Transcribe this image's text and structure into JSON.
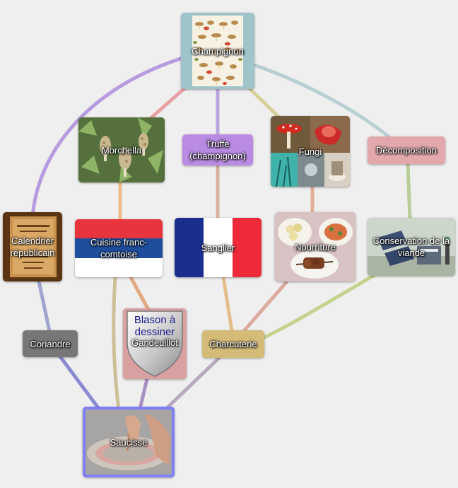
{
  "nodes": {
    "champignon": {
      "label": "Champignon"
    },
    "morchella": {
      "label": "Morchella"
    },
    "truffe": {
      "label": "Truffe (champignon)"
    },
    "fungi": {
      "label": "Fungi"
    },
    "decomposition": {
      "label": "Décomposition"
    },
    "calendrier": {
      "label": "Calendrier républicain"
    },
    "cuisine": {
      "label": "Cuisine franc-comtoise"
    },
    "sanglier": {
      "label": "Sanglier"
    },
    "nourriture": {
      "label": "Nourriture"
    },
    "conservation": {
      "label": "Conservation de la viande"
    },
    "coriandre": {
      "label": "Coriandre"
    },
    "gandeuillot": {
      "label": "Gandeuillot",
      "placeholder_text": "Blason à dessiner"
    },
    "charcuterie": {
      "label": "Charcuterie"
    },
    "saucisse": {
      "label": "Saucisse"
    }
  },
  "colors": {
    "truffe_bg": "#b98be3",
    "decomposition_bg": "#e3a8ab",
    "coriandre_bg": "#777777",
    "charcuterie_bg": "#d5bb78",
    "gandeuillot_bg": "#d9a0a2",
    "saucisse_border": "#7f7ff5"
  }
}
